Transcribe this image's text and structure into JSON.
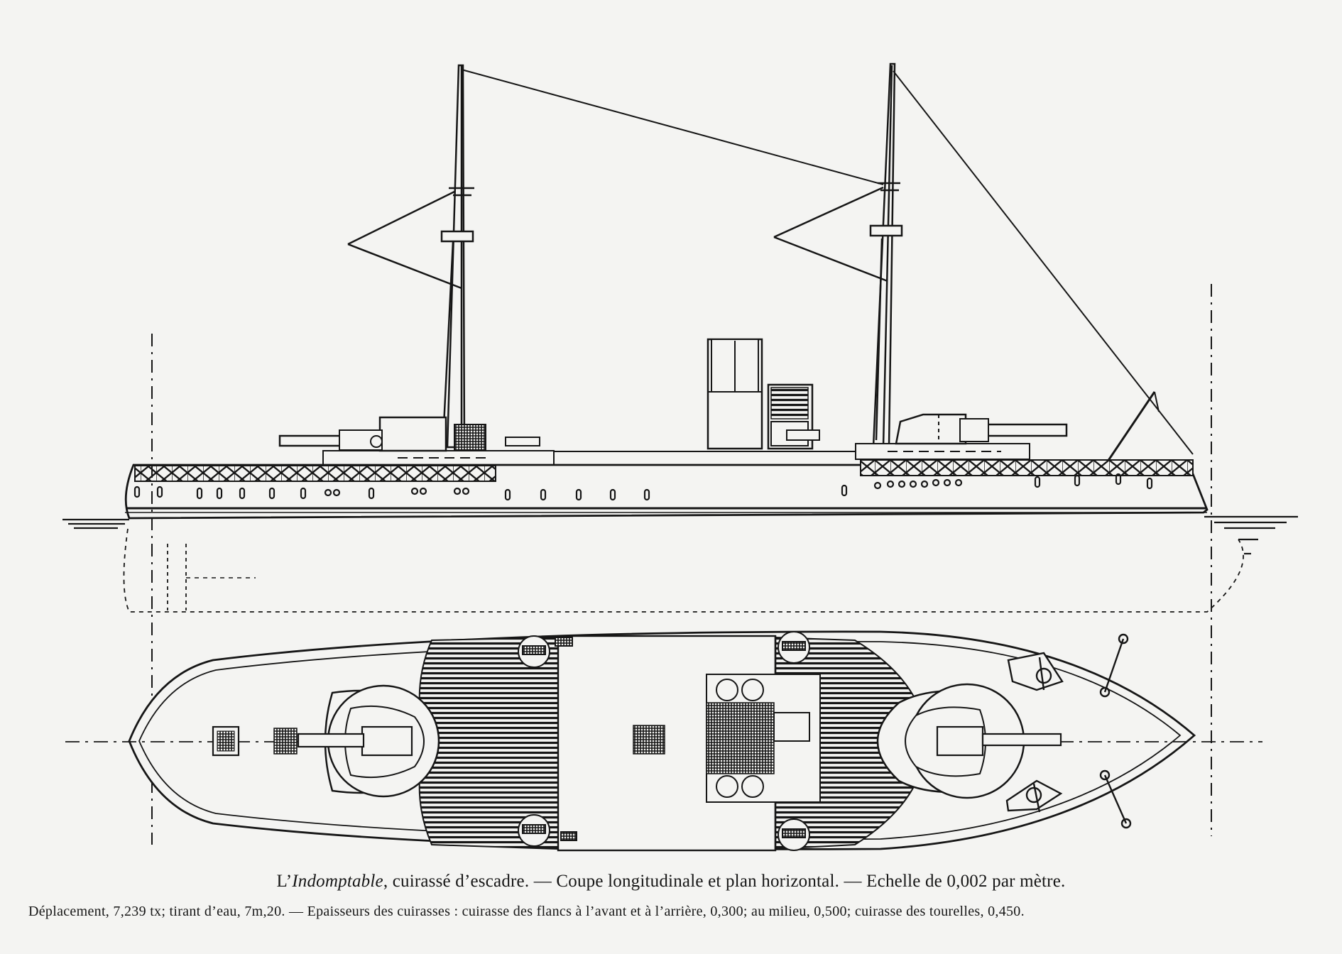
{
  "caption": {
    "article": "L’",
    "ship_name": "Indomptable",
    "line1_rest": ", cuirassé d’escadre. — Coupe longitudinale et plan horizontal. — Echelle de 0,002 par mètre.",
    "line2": "Déplacement, 7,239 tx; tirant d’eau, 7m,20. — Epaisseurs des cuirasses : cuirasse des flancs à l’avant et à l’arrière, 0,300; au milieu, 0,500; cuirasse des tourelles, 0,450."
  },
  "colors": {
    "ink": "#161616",
    "paper": "#f4f4f2"
  }
}
